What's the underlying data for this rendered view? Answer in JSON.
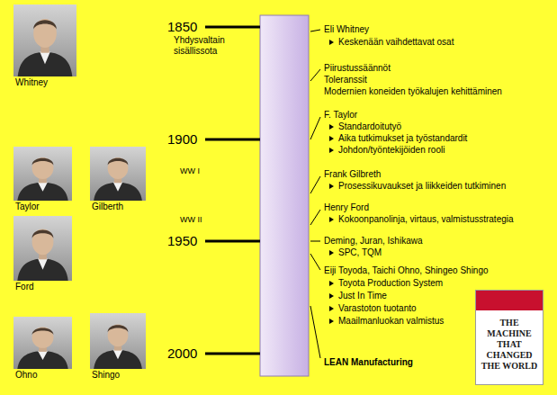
{
  "diagram": {
    "nodes": [
      {
        "text": [
          "Whitney"
        ]
      },
      {
        "text": [
          "Taylor"
        ]
      },
      {
        "text": [
          "Gilberth"
        ]
      },
      {
        "text": [
          "Ford"
        ]
      },
      {
        "text": [
          "Ohno"
        ]
      },
      {
        "text": [
          "Shingo"
        ]
      },
      {
        "text": [
          "THE MACHINE THAT CHANGED THE WORLD"
        ]
      }
    ],
    "labels": [
      "1850",
      "Yhdysvaltain sisällissota",
      "1900",
      "WW I",
      "WW II",
      "1950",
      "2000",
      "Eli Whitney",
      "Keskenään vaihdettavat osat",
      "Piirustussäännöt",
      "Toleranssit",
      "Modernien koneiden työkalujen kehittäminen",
      "F. Taylor",
      "Standardoitutyö",
      "Aika tutkimukset ja työstandardit",
      "Johdon/työntekijöiden rooli",
      "Frank Gilbreth",
      "Prosessikuvaukset ja liikkeiden tutkiminen",
      "Henry Ford",
      "Kokoonpanolinja, virtaus, valmistusstrategia",
      "Deming, Juran, Ishikawa",
      "SPC, TQM",
      "Eiji Toyoda, Taichi Ohno, Shingeo Shingo",
      "Toyota Production System",
      "Just In Time",
      "Varastoton tuotanto",
      "Maailmanluokan valmistus",
      "LEAN Manufacturing"
    ]
  }
}
